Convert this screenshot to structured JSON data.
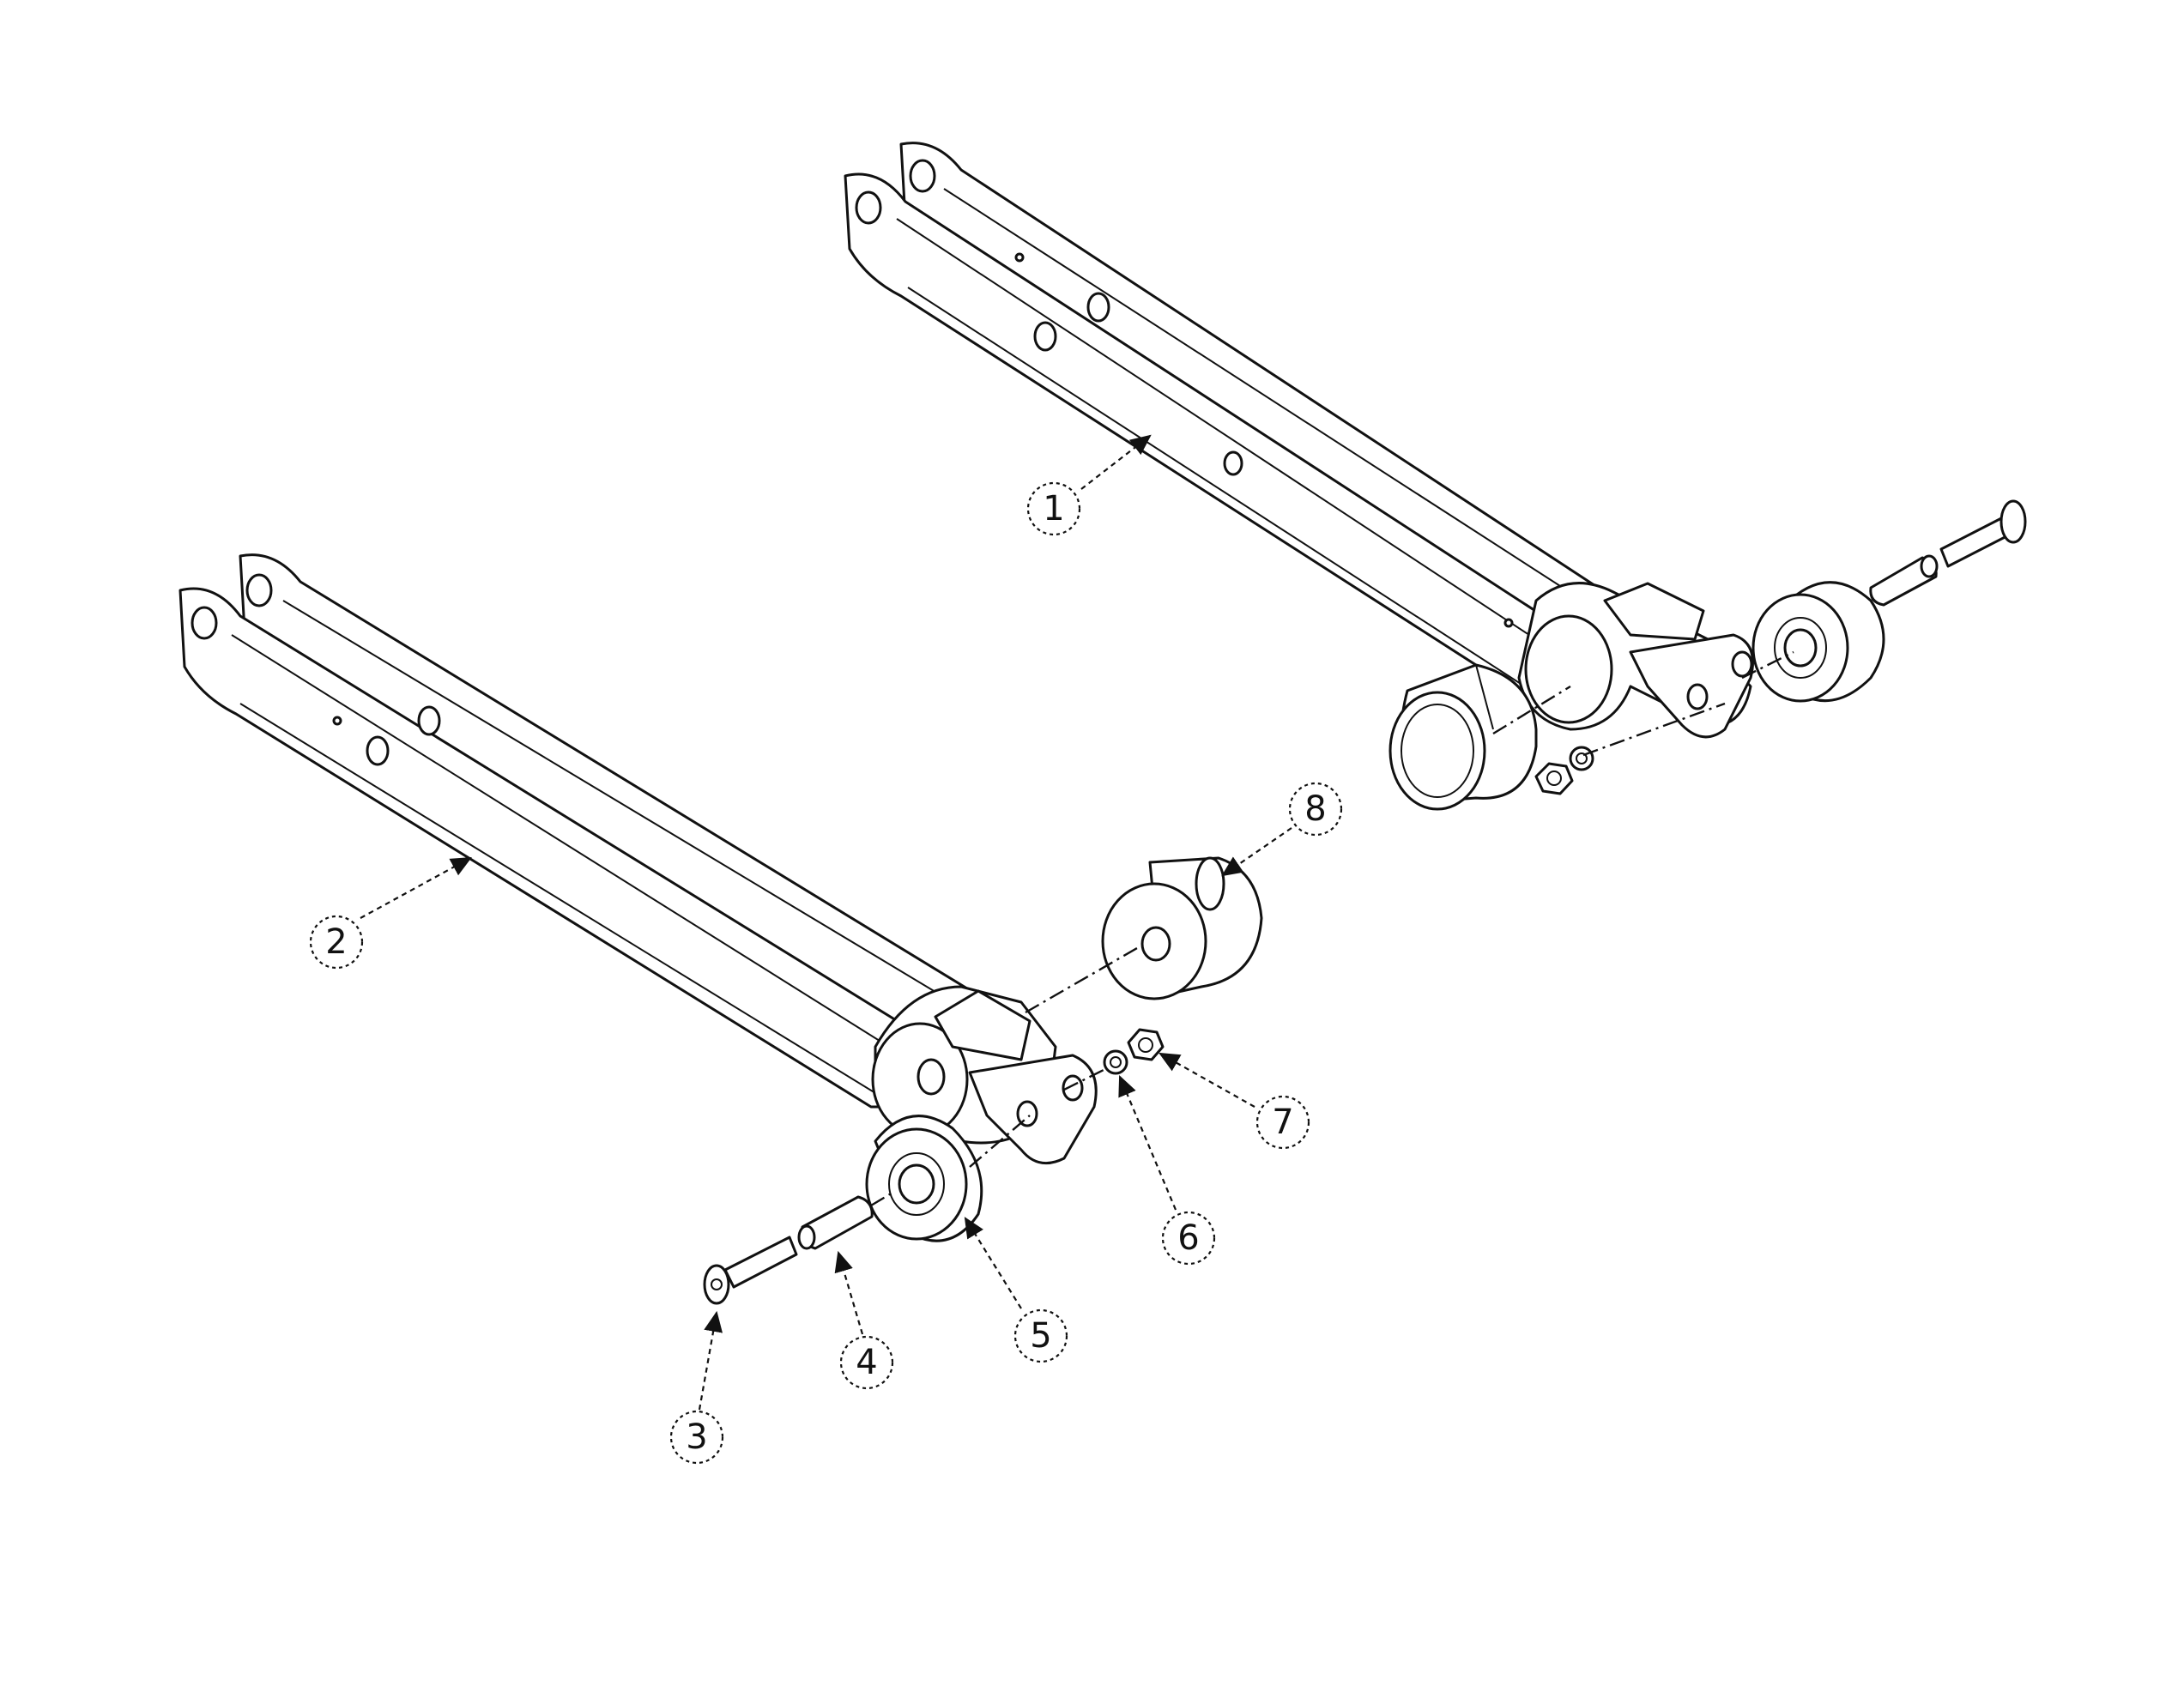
{
  "diagram": {
    "balloons": [
      {
        "id": "1",
        "label": "1"
      },
      {
        "id": "2",
        "label": "2"
      },
      {
        "id": "3",
        "label": "3"
      },
      {
        "id": "4",
        "label": "4"
      },
      {
        "id": "5",
        "label": "5"
      },
      {
        "id": "6",
        "label": "6"
      },
      {
        "id": "7",
        "label": "7"
      },
      {
        "id": "8",
        "label": "8"
      }
    ]
  }
}
